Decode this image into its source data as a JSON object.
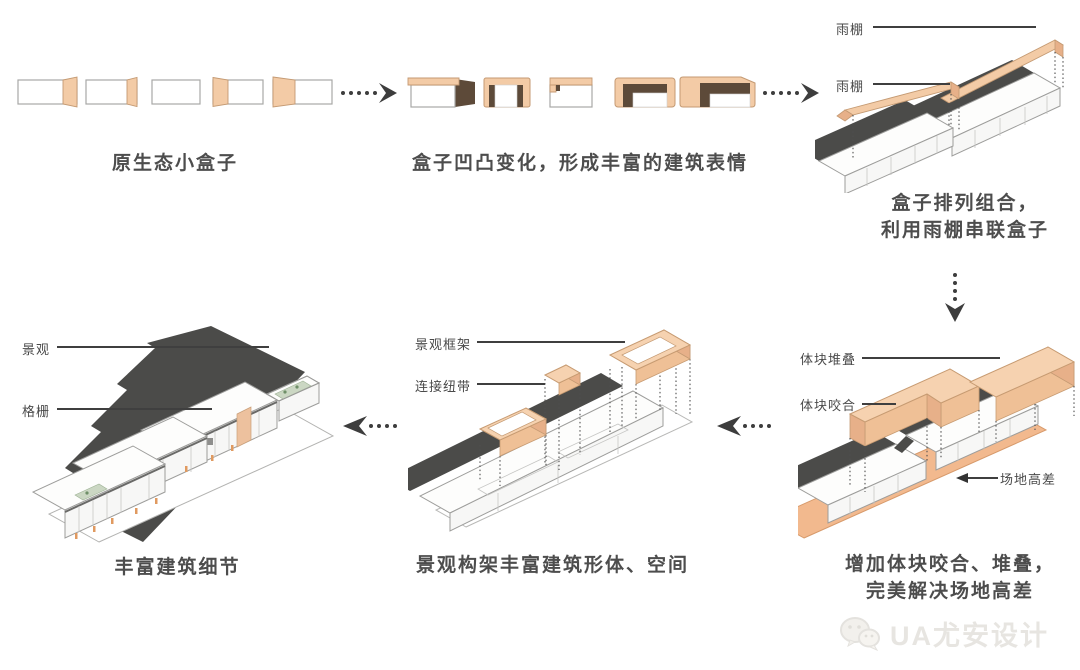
{
  "icons": {
    "flow_arrow_right": "dotted-chevron-right",
    "flow_arrow_down": "dotted-chevron-down",
    "flow_arrow_left": "dotted-chevron-left",
    "watermark_logo": "wechat-chat-bubbles"
  },
  "colors": {
    "peach": "#f3cba6",
    "peach_dark": "#e7b089",
    "charcoal": "#4b4b49",
    "brown": "#5d4a39",
    "ground_orange": "#f2b98e",
    "text": "#4d4d4d",
    "watermark": "#e7e5e1"
  },
  "panels": {
    "step1": {
      "caption": "原生态小盒子"
    },
    "step2": {
      "caption": "盒子凹凸变化，形成丰富的建筑表情"
    },
    "step3": {
      "caption_line1": "盒子排列组合，",
      "caption_line2": "利用雨棚串联盒子",
      "label_canopy_top": "雨棚",
      "label_canopy_bottom": "雨棚"
    },
    "step4": {
      "caption_line1": "增加体块咬合、堆叠，",
      "caption_line2": "完美解决场地高差",
      "label_stack": "体块堆叠",
      "label_interlock": "体块咬合",
      "label_site_level": "场地高差"
    },
    "step5": {
      "caption": "景观构架丰富建筑形体、空间",
      "label_landscape_frame": "景观框架",
      "label_link_band": "连接纽带"
    },
    "step6": {
      "caption": "丰富建筑细节",
      "label_landscape": "景观",
      "label_grille": "格栅"
    }
  },
  "watermark": {
    "brand": "UA尤安设计"
  }
}
